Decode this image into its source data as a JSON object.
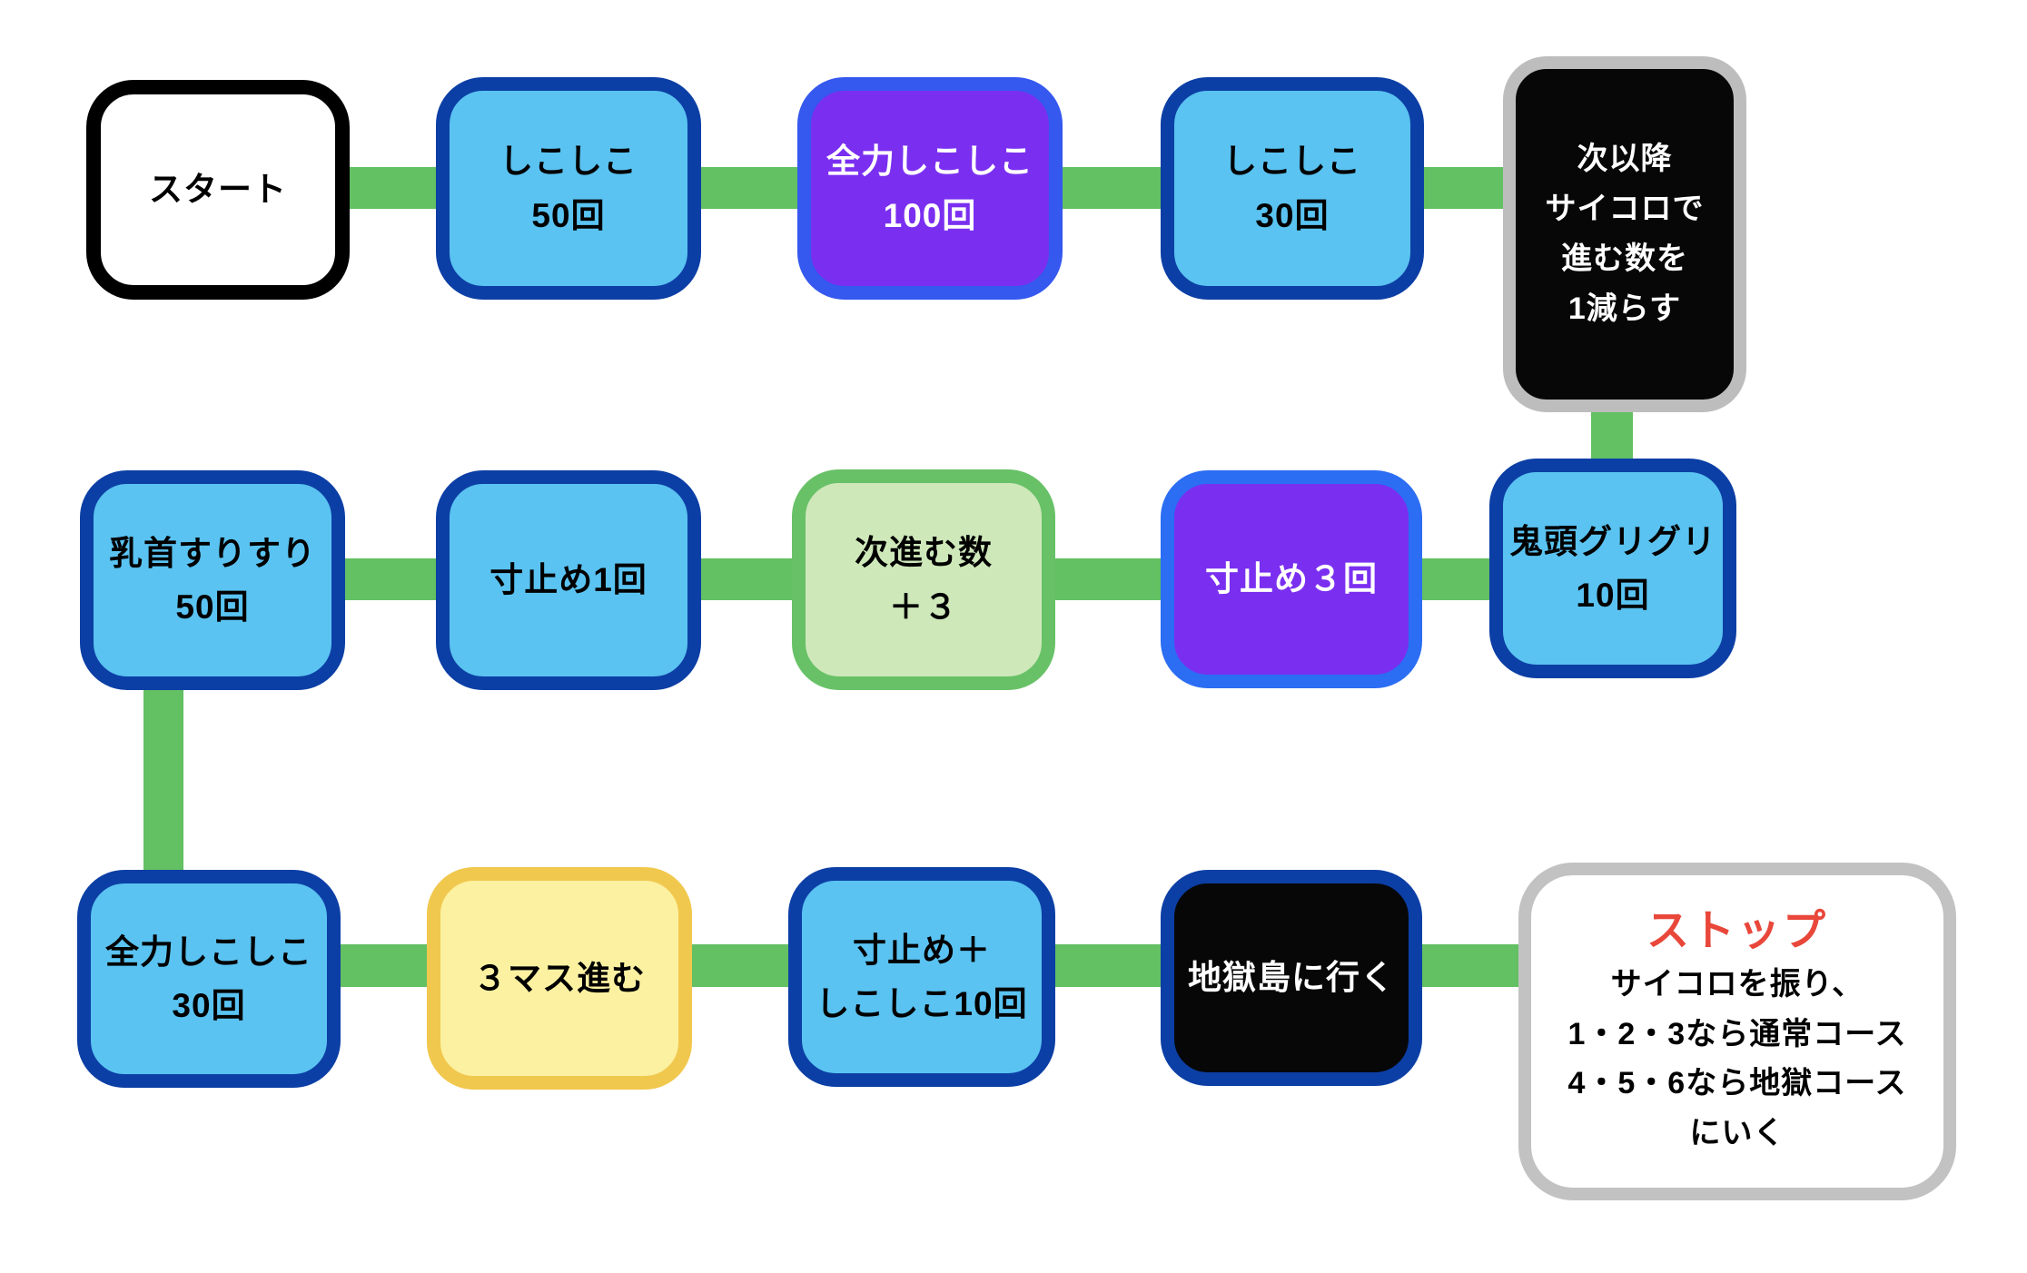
{
  "palette": {
    "background": "#ffffff",
    "path_green": "#63c063",
    "blue_cell_fill": "#5ac3f1",
    "blue_cell_border": "#0c3fa5",
    "purple_cell_fill": "#7a2ff0",
    "purple_border_violet_blue": "#3558ef",
    "purple_border_bright_blue": "#2b6df3",
    "green_cell_fill": "#cfe8ba",
    "green_cell_border": "#68c167",
    "yellow_cell_fill": "#fbf1a1",
    "yellow_cell_border": "#f1c84e",
    "black_cell_fill": "#070707",
    "gray_border": "#bdbdbd",
    "start_border": "#000000",
    "stop_title_red": "#e8473a"
  },
  "cells": [
    {
      "id": "start",
      "label": "スタート"
    },
    {
      "id": "shikoshiko-50",
      "label": "しこしこ\n50回"
    },
    {
      "id": "zenryoku-shikoshiko-100",
      "label": "全力しこしこ\n100回"
    },
    {
      "id": "shikoshiko-30",
      "label": "しこしこ\n30回"
    },
    {
      "id": "dice-minus-1",
      "label": "次以降\nサイコロで\n進む数を\n1減らす"
    },
    {
      "id": "kito-guriguri-10",
      "label": "鬼頭グリグリ\n10回"
    },
    {
      "id": "sundome-3",
      "label": "寸止め３回"
    },
    {
      "id": "next-plus-3",
      "label": "次進む数\n＋３"
    },
    {
      "id": "sundome-1",
      "label": "寸止め1回"
    },
    {
      "id": "chikubi-surisuri-50",
      "label": "乳首すりすり\n50回"
    },
    {
      "id": "zenryoku-shikoshiko-30",
      "label": "全力しこしこ\n30回"
    },
    {
      "id": "advance-3-squares",
      "label": "３マス進む"
    },
    {
      "id": "sundome-plus-shikoshiko-10",
      "label": "寸止め＋\nしこしこ10回"
    },
    {
      "id": "jigoku-island",
      "label": "地獄島に行く"
    }
  ],
  "stop": {
    "title": "ストップ",
    "body": "サイコロを振り、\n1・2・3なら通常コース\n4・5・6なら地獄コース\nにいく"
  }
}
